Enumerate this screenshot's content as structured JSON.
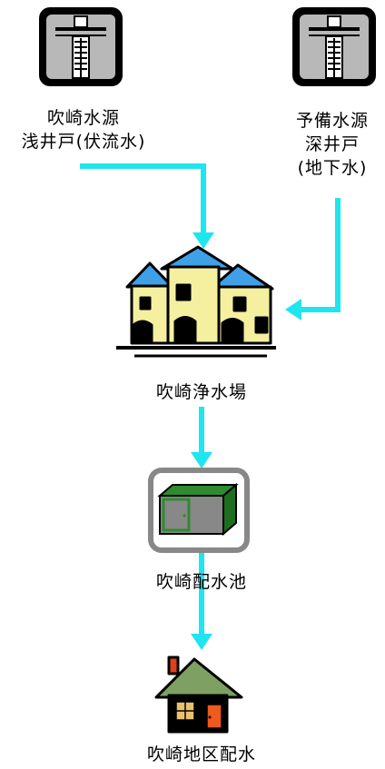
{
  "colors": {
    "arrow": "#1fe5ef",
    "well_bg": "#b8b8b8",
    "roof": "#3fa0e8",
    "house_wall": "#f4f0a0",
    "tank": "#2e8b2e",
    "home_roof": "#7ea062",
    "home_door": "#ef5a1e"
  },
  "nodes": {
    "shallow_well": {
      "line1": "吹崎水源",
      "line2": "浅井戸(伏流水)",
      "icon": "well-icon"
    },
    "deep_well": {
      "line1": "予備水源",
      "line2": "深井戸",
      "line3": "(地下水)",
      "icon": "well-icon"
    },
    "plant": {
      "label": "吹崎浄水場",
      "icon": "water-treatment-plant-icon"
    },
    "reservoir": {
      "label": "吹崎配水池",
      "icon": "reservoir-tank-icon"
    },
    "district": {
      "label": "吹崎地区配水",
      "icon": "house-icon"
    }
  }
}
